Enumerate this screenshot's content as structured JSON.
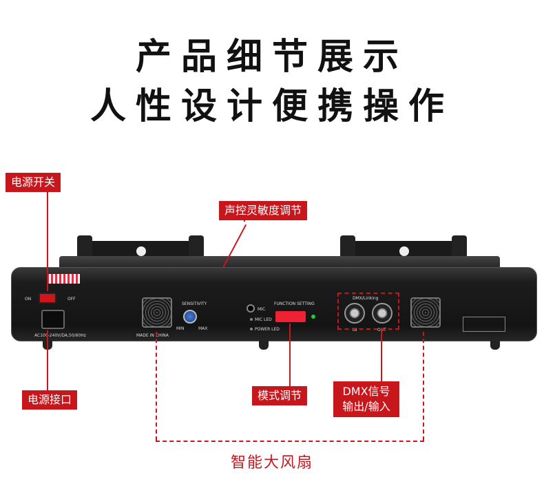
{
  "headline": {
    "line1": "产品细节展示",
    "line2": "人性设计便携操作"
  },
  "callouts": {
    "power_switch": "电源开关",
    "sensitivity": "声控灵敏度调节",
    "power_socket": "电源接口",
    "mode": "模式调节",
    "dmx_line1": "DMX信号",
    "dmx_line2": "输出/输入",
    "fans": "智能大风扇"
  },
  "device_print": {
    "on": "ON",
    "off": "OFF",
    "ac_rating": "AC100-240V/DA,50/60Hz",
    "sensitivity": "SENSITIVITY",
    "min": "MIN",
    "max": "MAX",
    "made_in": "MADE IN CHINA",
    "mic": "MIC",
    "mic_led": "MIC LED",
    "power_led": "POWER LED",
    "function_setting": "FUNCTION SETTING",
    "dmx_linking": "DMX/Linking",
    "in": "IN",
    "out": "OUT"
  },
  "colors": {
    "accent": "#c8161d",
    "device": "#1a1a1a"
  }
}
